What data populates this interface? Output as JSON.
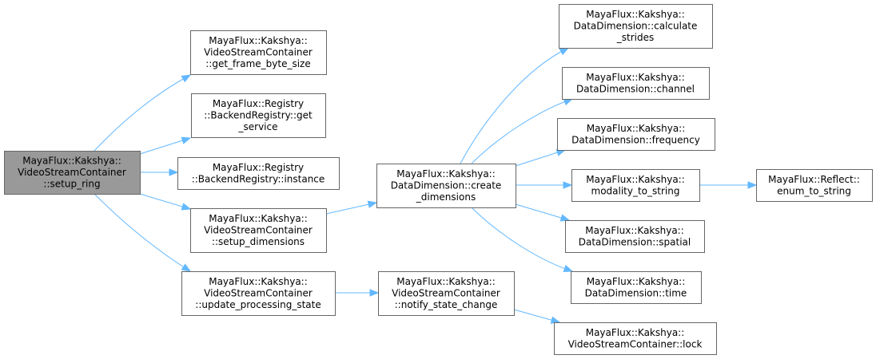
{
  "nodes": {
    "setup_ring": [
      "MayaFlux::Kakshya::",
      "VideoStreamContainer",
      "::setup_ring"
    ],
    "get_frame_byte_size": [
      "MayaFlux::Kakshya::",
      "VideoStreamContainer",
      "::get_frame_byte_size"
    ],
    "get_service": [
      "MayaFlux::Registry",
      "::BackendRegistry::get",
      "_service"
    ],
    "instance": [
      "MayaFlux::Registry",
      "::BackendRegistry::instance"
    ],
    "setup_dimensions": [
      "MayaFlux::Kakshya::",
      "VideoStreamContainer",
      "::setup_dimensions"
    ],
    "update_processing_state": [
      "MayaFlux::Kakshya::",
      "VideoStreamContainer",
      "::update_processing_state"
    ],
    "create_dimensions": [
      "MayaFlux::Kakshya::",
      "DataDimension::create",
      "_dimensions"
    ],
    "notify_state_change": [
      "MayaFlux::Kakshya::",
      "VideoStreamContainer",
      "::notify_state_change"
    ],
    "calculate_strides": [
      "MayaFlux::Kakshya::",
      "DataDimension::calculate",
      "_strides"
    ],
    "channel": [
      "MayaFlux::Kakshya::",
      "DataDimension::channel"
    ],
    "frequency": [
      "MayaFlux::Kakshya::",
      "DataDimension::frequency"
    ],
    "modality_to_string": [
      "MayaFlux::Kakshya::",
      "modality_to_string"
    ],
    "enum_to_string": [
      "MayaFlux::Reflect::",
      "enum_to_string"
    ],
    "spatial": [
      "MayaFlux::Kakshya::",
      "DataDimension::spatial"
    ],
    "time": [
      "MayaFlux::Kakshya::",
      "DataDimension::time"
    ],
    "lock": [
      "MayaFlux::Kakshya::",
      "VideoStreamContainer::lock"
    ]
  },
  "colors": {
    "edge": "#63b8ff",
    "root_fill": "#999999",
    "border": "#666666"
  }
}
